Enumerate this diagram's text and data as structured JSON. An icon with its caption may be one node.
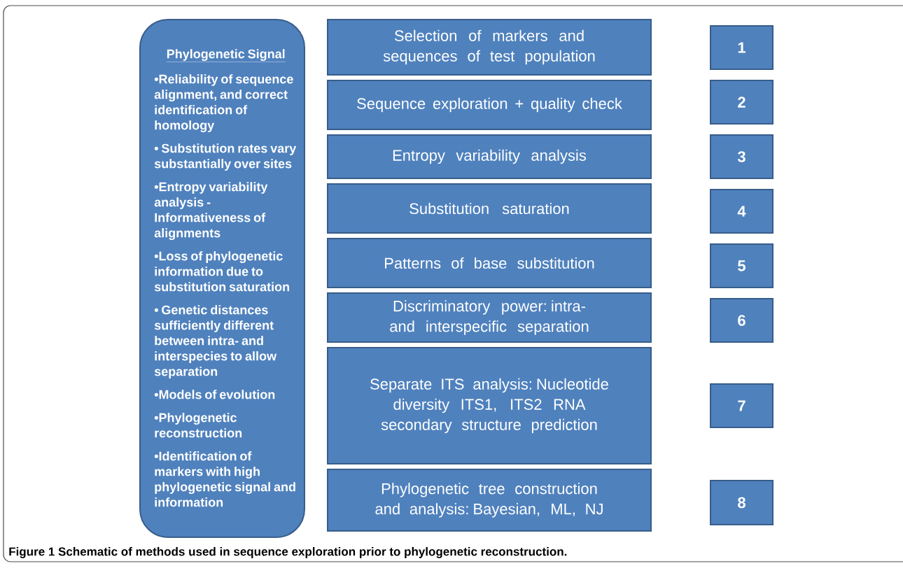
{
  "diagram": {
    "caption": "Figure 1 Schematic of methods used in sequence exploration prior to phylogenetic reconstruction.",
    "nodes": [
      {
        "text": [
          "Phylogenetic Signal",
          "•Reliability of sequence alignment, and correct identification of homology",
          "• Substitution rates vary substantially over sites",
          "•Entropy variability analysis - Informativeness of alignments",
          "•Loss of phylogenetic information due to substitution saturation",
          "• Genetic distances sufficiently different between intra- and interspecies to allow separation",
          "•Models of evolution",
          "•Phylogenetic reconstruction",
          "•Identification of markers with high phylogenetic signal and information"
        ]
      },
      {
        "text": [
          "Selection of markers and sequences of test population"
        ]
      },
      {
        "text": [
          "Sequence exploration + quality check"
        ]
      },
      {
        "text": [
          "Entropy variability analysis"
        ]
      },
      {
        "text": [
          "Substitution saturation"
        ]
      },
      {
        "text": [
          "Patterns of base substitution"
        ]
      },
      {
        "text": [
          "Discriminatory power: intra- and interspecific separation"
        ]
      },
      {
        "text": [
          "Separate ITS analysis: Nucleotide diversity ITS1, ITS2 RNA secondary structure prediction"
        ]
      },
      {
        "text": [
          "Phylogenetic tree construction and analysis: Bayesian, ML, NJ"
        ]
      },
      {
        "text": [
          "1"
        ]
      },
      {
        "text": [
          "2"
        ]
      },
      {
        "text": [
          "3"
        ]
      },
      {
        "text": [
          "4"
        ]
      },
      {
        "text": [
          "5"
        ]
      },
      {
        "text": [
          "6"
        ]
      },
      {
        "text": [
          "7"
        ]
      },
      {
        "text": [
          "8"
        ]
      }
    ]
  }
}
